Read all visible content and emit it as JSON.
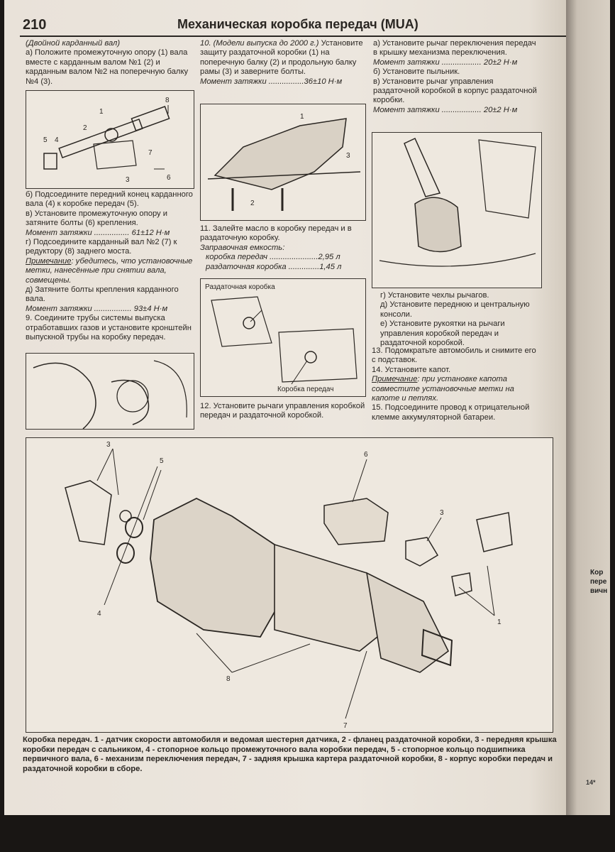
{
  "header": {
    "page_number": "210",
    "title": "Механическая коробка передач (MUA)"
  },
  "col1": {
    "p1": "(Двойной карданный вал)",
    "p2": "а) Положите промежуточную опору (1) вала вместе с карданным валом №1 (2) и карданным валом №2 на поперечную балку №4 (3).",
    "p3": "б) Подсоедините передний конец карданного вала (4) к коробке передач (5).",
    "p4": "в) Установите промежуточную опору и затяните болты (6) крепления.",
    "p5": "Момент затяжки ................ 61±12 Н·м",
    "p6": "г) Подсоедините карданный вал №2 (7) к редуктору (8) заднего моста.",
    "p7_label": "Примечание",
    "p7": ": убедитесь, что установочные метки, нанесённые при снятии вала, совмещены.",
    "p8": "д) Затяните болты крепления карданного вала.",
    "p9": "Момент затяжки ................. 93±4 Н·м",
    "p10": "9. Соедините трубы системы выпуска отработавших газов и установите кронштейн выпускной трубы на коробку передач.",
    "fig_labels": [
      "1",
      "2",
      "3",
      "4",
      "5",
      "6",
      "7",
      "8"
    ]
  },
  "col2": {
    "p1_it": "10. (Модели выпуска до 2000 г.)",
    "p1": " Установите защиту раздаточной коробки (1) на поперечную балку (2) и продольную балку рамы (3) и заверните болты.",
    "p2": "Момент затяжки ................36±10 Н·м",
    "p3": "11. Залейте масло в коробку передач и в раздаточную коробку.",
    "p4": "Заправочная емкость:",
    "p5": "коробка передач ......................2,95 л",
    "p6": "раздаточная коробка ..............1,45 л",
    "fig_label_top": "Раздаточная коробка",
    "fig_label_bottom": "Коробка передач",
    "fig1_labels": [
      "1",
      "2",
      "3"
    ],
    "p7": "12. Установите рычаги управления коробкой передач и раздаточной коробкой."
  },
  "col3": {
    "p1": "а) Установите рычаг переключения передач в крышку механизма переключения.",
    "p2": "Момент затяжки .................. 20±2 Н·м",
    "p3": "б) Установите пыльник.",
    "p4": "в) Установите рычаг управления раздаточной коробкой в корпус раздаточной коробки.",
    "p5": "Момент затяжки .................. 20±2 Н·м",
    "p6": "г) Установите чехлы рычагов.",
    "p7": "д) Установите переднюю и центральную консоли.",
    "p8": "е) Установите рукоятки на рычаги управления коробкой передач и раздаточной коробкой.",
    "p9": "13. Подомкратьте автомобиль и снимите его с подставок.",
    "p10": "14. Установите капот.",
    "p11_label": "Примечание",
    "p11": ": при установке капота совместите установочные метки на капоте и петлях.",
    "p12": "15. Подсоедините провод к отрицательной клемме аккумуляторной батареи."
  },
  "big_figure": {
    "labels": [
      "3",
      "5",
      "6",
      "3",
      "4",
      "1",
      "8",
      "7"
    ]
  },
  "caption": "Коробка передач. 1 - датчик скорости автомобиля и ведомая шестерня датчика, 2 - фланец раздаточной коробки, 3 - передняя крышка коробки передач с сальником, 4 - стопорное кольцо промежуточного вала коробки передач, 5 - стопорное кольцо подшипника первичного вала, 6 - механизм переключения передач, 7 - задняя крышка картера раздаточной коробки, 8 - корпус коробки передач и раздаточной коробки в сборе.",
  "edge": {
    "line1": "Кор",
    "line2": "пере",
    "line3": "вичн",
    "page_mark": "14*"
  }
}
